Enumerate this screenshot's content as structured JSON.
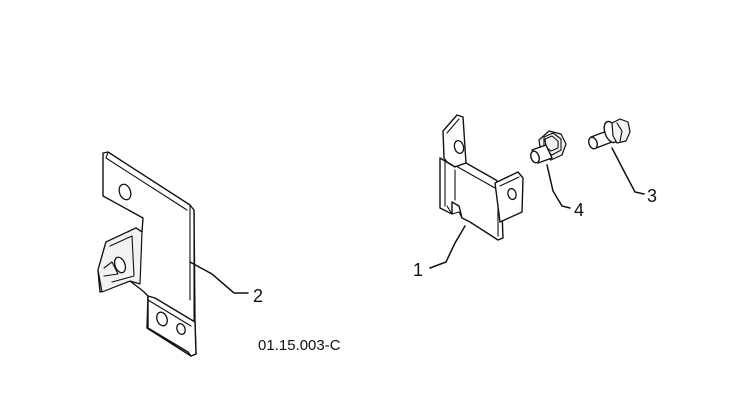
{
  "callouts": {
    "bracket_1": "1",
    "bracket_2": "2",
    "bolt_3": "3",
    "nut_4": "4"
  },
  "reference_code": "01.15.003-C"
}
